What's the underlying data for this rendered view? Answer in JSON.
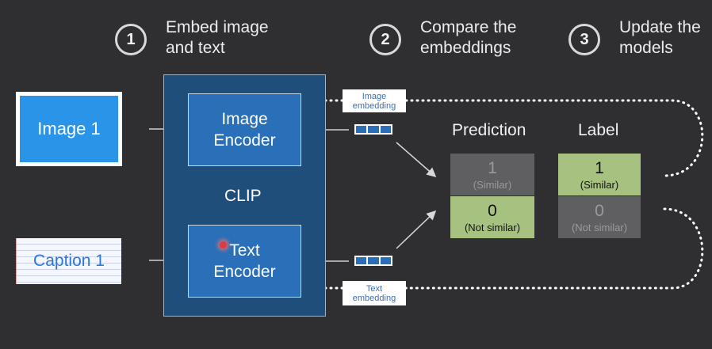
{
  "steps": [
    {
      "number": "1",
      "label": "Embed image\nand text"
    },
    {
      "number": "2",
      "label": "Compare the\nembeddings"
    },
    {
      "number": "3",
      "label": "Update the\nmodels"
    }
  ],
  "inputs": {
    "image": "Image 1",
    "caption": "Caption 1"
  },
  "clip": {
    "label": "CLIP",
    "image_encoder": "Image\nEncoder",
    "text_encoder": "Text\nEncoder"
  },
  "embeddings": {
    "image": "Image\nembedding",
    "text": "Text\nembedding"
  },
  "prediction": {
    "header": "Prediction",
    "cells": [
      {
        "value": "1",
        "note": "(Similar)"
      },
      {
        "value": "0",
        "note": "(Not similar)"
      }
    ]
  },
  "label": {
    "header": "Label",
    "cells": [
      {
        "value": "1",
        "note": "(Similar)"
      },
      {
        "value": "0",
        "note": "(Not similar)"
      }
    ]
  },
  "colors": {
    "background": "#2f2f31",
    "clip_box": "#1f4e7a",
    "encoder": "#2970b8",
    "image_card": "#2a95e8",
    "match_green": "#a7c181",
    "mismatch_gray": "#5f5f61"
  }
}
